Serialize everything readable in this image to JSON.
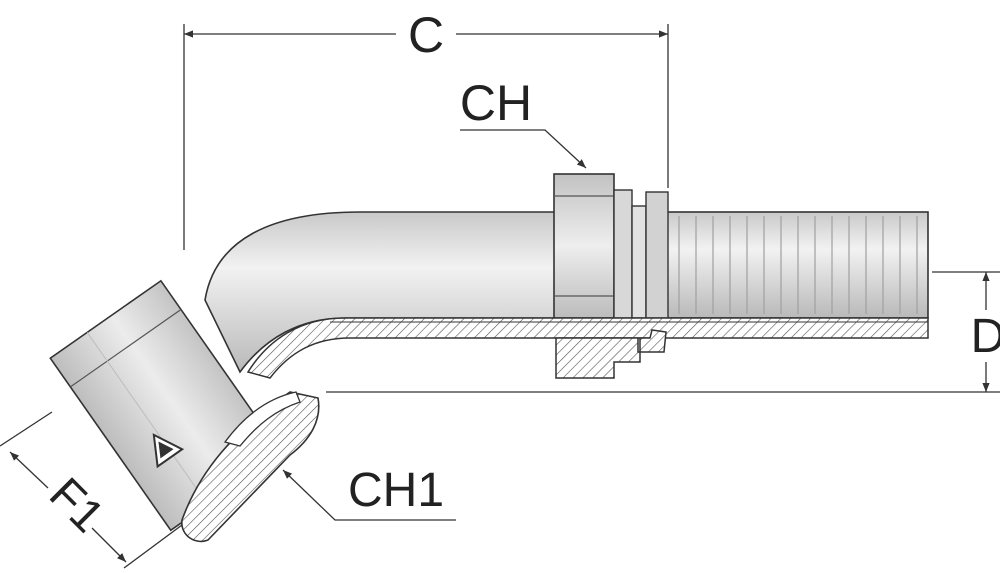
{
  "labels": {
    "c": "C",
    "ch": "CH",
    "ch1": "CH1",
    "d": "D",
    "f1": "F1"
  },
  "colors": {
    "line": "#333333",
    "metal_light": "#e6e6e6",
    "metal_mid": "#cfcfcf",
    "metal_dark": "#b2b2b2",
    "section_fill": "#ffffff"
  },
  "icons": {
    "badge": "triangle-logo-icon"
  }
}
